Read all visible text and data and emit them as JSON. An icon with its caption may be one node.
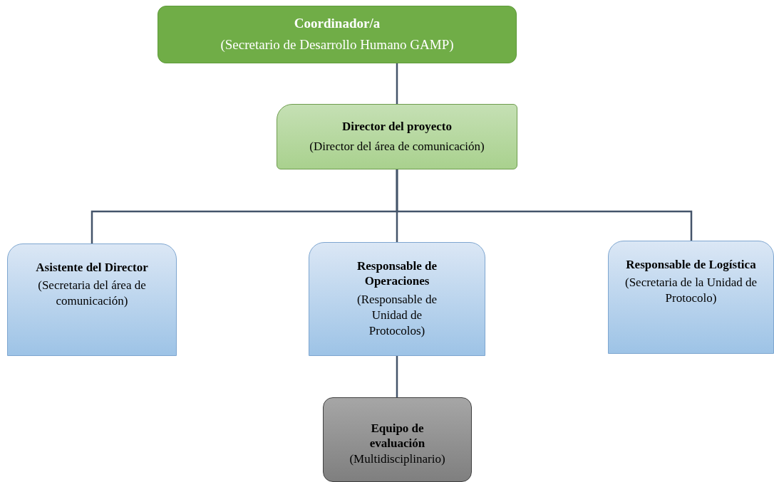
{
  "diagram": {
    "nodes": [
      {
        "text": [
          "Coordinador/a",
          "(Secretario de Desarrollo Humano GAMP)"
        ]
      },
      {
        "text": [
          "Director del proyecto",
          "(Director del área de comunicación)"
        ]
      },
      {
        "text": [
          "Asistente del Director",
          "(Secretaria del área de comunicación)"
        ]
      },
      {
        "text": [
          "Responsable de Operaciones",
          "(Responsable de Unidad de Protocolos)"
        ]
      },
      {
        "text": [
          "Responsable de Logística",
          "(Secretaria de la Unidad de Protocolo)"
        ]
      },
      {
        "text": [
          "Equipo de evaluación",
          "(Multidisciplinario)"
        ]
      }
    ],
    "edges": [
      {
        "from": 0,
        "to": 1,
        "arrow": "none"
      },
      {
        "from": 1,
        "to": 2,
        "arrow": "none"
      },
      {
        "from": 1,
        "to": 3,
        "arrow": "none"
      },
      {
        "from": 1,
        "to": 4,
        "arrow": "none"
      },
      {
        "from": 3,
        "to": 5,
        "arrow": "none"
      }
    ]
  }
}
